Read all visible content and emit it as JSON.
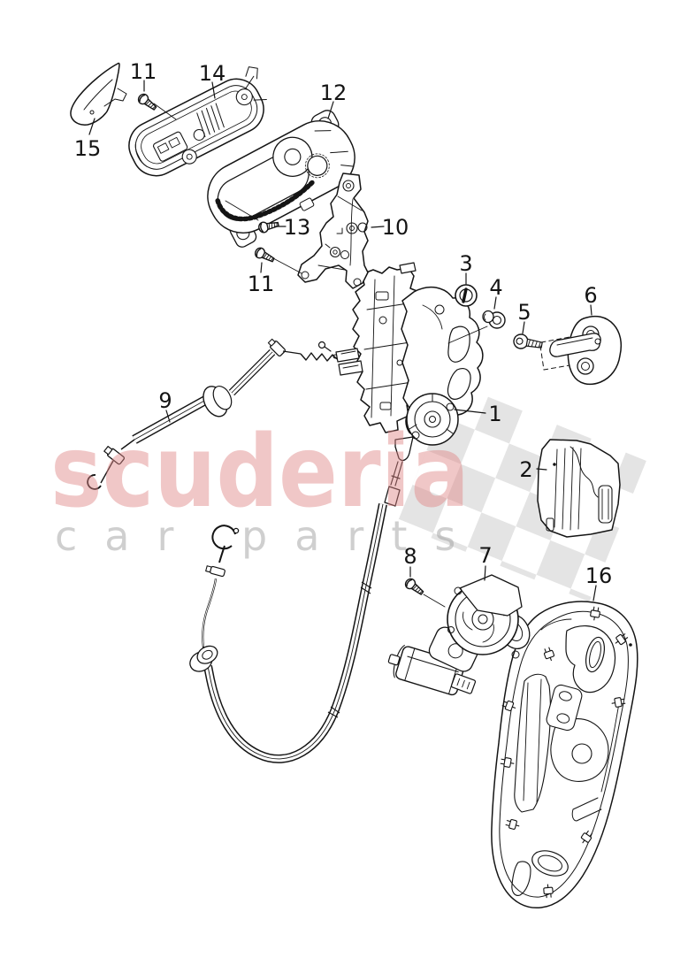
{
  "page": {
    "background_color": "#ffffff"
  },
  "watermark": {
    "brand": "scuderia",
    "subtitle": "car parts",
    "brand_color": "#e08585",
    "subtitle_color": "#8f8f8f",
    "checker_color": "#e4e4e4"
  },
  "diagram": {
    "type": "exploded-parts-diagram",
    "subject": "door lock, handle and cable mechanism",
    "line_color": "#141414",
    "callouts": [
      {
        "label": "1"
      },
      {
        "label": "2"
      },
      {
        "label": "3"
      },
      {
        "label": "4"
      },
      {
        "label": "5"
      },
      {
        "label": "6"
      },
      {
        "label": "7"
      },
      {
        "label": "8"
      },
      {
        "label": "9"
      },
      {
        "label": "10"
      },
      {
        "label": "11"
      },
      {
        "label": "11"
      },
      {
        "label": "12"
      },
      {
        "label": "13"
      },
      {
        "label": "14"
      },
      {
        "label": "15"
      },
      {
        "label": "16"
      }
    ]
  }
}
